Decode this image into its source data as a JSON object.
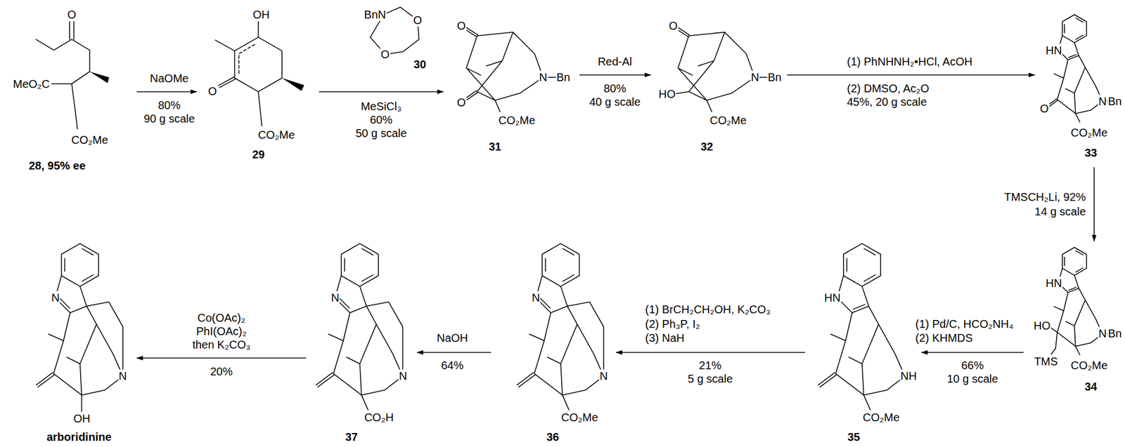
{
  "diagram": {
    "nodes": [
      {
        "text": [
          "28, 95% ee"
        ]
      },
      {
        "text": [
          "29"
        ]
      },
      {
        "text": [
          "30"
        ]
      },
      {
        "text": [
          "31"
        ]
      },
      {
        "text": [
          "32"
        ]
      },
      {
        "text": [
          "33"
        ]
      },
      {
        "text": [
          "34"
        ]
      },
      {
        "text": [
          "35"
        ]
      },
      {
        "text": [
          "36"
        ]
      },
      {
        "text": [
          "37"
        ]
      },
      {
        "text": [
          "arboridinine"
        ]
      }
    ],
    "edges": [
      {
        "from": 0,
        "to": 1,
        "arrow": "to",
        "label": "NaOMe"
      },
      {
        "from": 1,
        "to": 3,
        "arrow": "to",
        "label": "MeSiCl₃"
      },
      {
        "from": 3,
        "to": 4,
        "arrow": "to",
        "label": "Red-Al"
      },
      {
        "from": 4,
        "to": 5,
        "arrow": "to",
        "label": "(1) PhNHNH₂•HCl, AcOH"
      },
      {
        "from": 5,
        "to": 6,
        "arrow": "to",
        "label": "TMSCH₂Li, 92%"
      },
      {
        "from": 6,
        "to": 7,
        "arrow": "to",
        "label": "(1) Pd/C, HCO₂NH₄"
      },
      {
        "from": 7,
        "to": 8,
        "arrow": "to",
        "label": "(1) BrCH₂CH₂OH, K₂CO₃"
      },
      {
        "from": 8,
        "to": 9,
        "arrow": "to",
        "label": "NaOH"
      },
      {
        "from": 9,
        "to": 10,
        "arrow": "to",
        "label": "Co(OAc)₂"
      }
    ],
    "labels": [
      "O",
      "MeO₂C",
      "CO₂Me",
      "80%",
      "90 g scale",
      "OH",
      "O",
      "CO₂Me",
      "BnN",
      "O",
      "O",
      "60%",
      "50 g scale",
      "O",
      "O",
      "N",
      "Bn",
      "CO₂Me",
      "80%",
      "40 g scale",
      "O",
      "HO",
      "N",
      "Bn",
      "CO₂Me",
      "(2) DMSO, Ac₂O",
      "45%, 20 g scale",
      "HN",
      "O",
      "N",
      "Bn",
      "CO₂Me",
      "14 g scale",
      "HN",
      "HO",
      "TMS",
      "N",
      "Bn",
      "CO₂Me",
      "(2) KHMDS",
      "66%",
      "10 g scale",
      "HN",
      "NH",
      "CO₂Me",
      "(2) Ph₃P, I₂",
      "(3) NaH",
      "21%",
      "5 g scale",
      "N",
      "N",
      "CO₂Me",
      "64%",
      "N",
      "N",
      "CO₂H",
      "PhI(OAc)₂",
      "then K₂CO₃",
      "20%",
      "N",
      "N",
      "OH"
    ]
  }
}
